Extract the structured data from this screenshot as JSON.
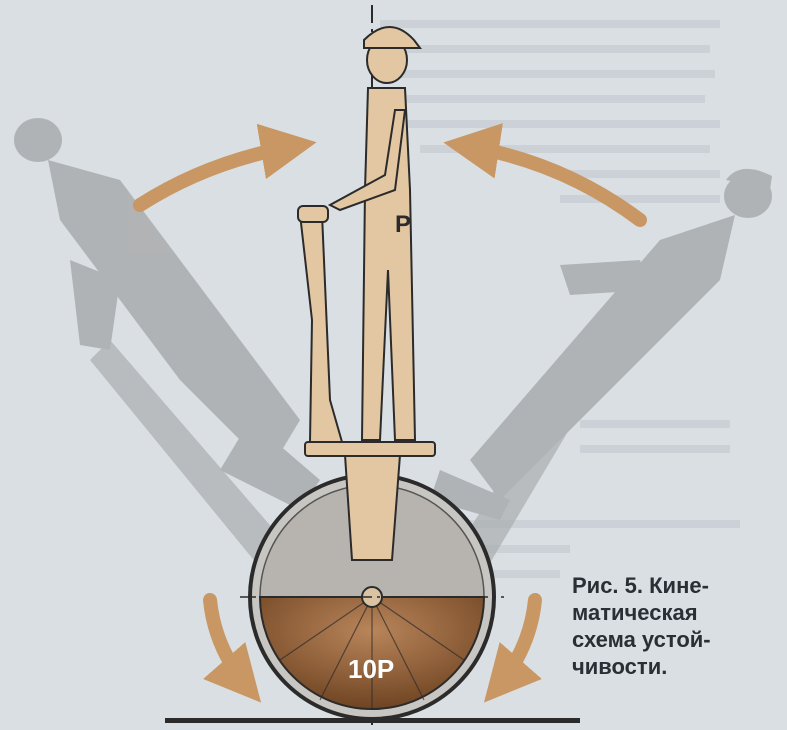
{
  "figure": {
    "caption": "Рис. 5. Кине-\nматическая\nсхема устой-\nчивости.",
    "body_load_label": "P",
    "wheel_load_label": "10P",
    "colors": {
      "background": "#d9dfe3",
      "figure_body": "#e3c7a2",
      "ghost_figure": "#a9acad",
      "arrow": "#c89763",
      "wheel_mass": "#8a5a33",
      "outline": "#2b2b2b"
    }
  }
}
